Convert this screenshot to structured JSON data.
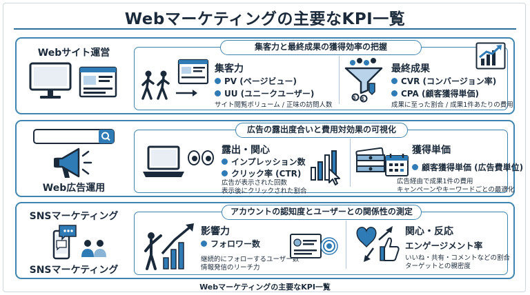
{
  "title": "Webマーケティングの主要なKPI一覧",
  "footer": "Webマーケティングの主要なKPI一覧",
  "colors": {
    "accent": "#2f7bb5",
    "border": "#3d84b0",
    "dark": "#1b2a3a"
  },
  "sections": [
    {
      "label": "Webサイト運営",
      "pill": "集客力と最終成果の獲得効率の把握",
      "blocks": [
        {
          "title": "集客力",
          "bullets": [
            "PV (ページビュー)",
            "UU (ユニークユーザー)"
          ],
          "notes": [
            "サイト閲覧ボリューム / 正味の訪問人数"
          ]
        },
        {
          "title": "最終成果",
          "bullets": [
            "CVR (コンバージョン率)",
            "CPA (顧客獲得単価)"
          ],
          "notes": [
            "成果に至った割合 / 成果1件あたりの費用"
          ]
        }
      ]
    },
    {
      "label": "Web広告運用",
      "pill": "広告の露出度合いと費用対効果の可視化",
      "blocks": [
        {
          "title": "露出・関心",
          "bullets": [
            "インプレッション数",
            "クリック率 (CTR)"
          ],
          "notes": [
            "広告が表示された回数",
            "表示後にクリックされた割合"
          ]
        },
        {
          "title": "獲得単価",
          "bullets": [
            "顧客獲得単価 (広告費単位)"
          ],
          "notes": [
            "広告経由で成果1件の費用",
            "キャンペーンやキーワードごとの最適化"
          ]
        }
      ]
    },
    {
      "label_top": "SNSマーケティング",
      "label_bottom": "SNSマーケティング",
      "pill": "アカウントの認知度とユーザーとの関係性の測定",
      "blocks": [
        {
          "title": "影響力",
          "bullets": [
            "フォロワー数"
          ],
          "notes": [
            "継続的にフォローするユーザー数",
            "情報発信のリーチ力"
          ]
        },
        {
          "title": "関心・反応",
          "subtitle": "エンゲージメント率",
          "notes": [
            "いいね・共有・コメントなどの割合",
            "ターゲットとの親密度"
          ]
        }
      ]
    }
  ],
  "icons": [
    "monitor-icon",
    "webpage-icon",
    "walking-people-icon",
    "growth-chart-icon",
    "funnel-icon",
    "search-bar-icon",
    "megaphone-icon",
    "laptop-icon",
    "eyes-icon",
    "bar-chart-cursor-icon",
    "money-stack-icon",
    "calendar-icon",
    "smartphone-chat-icon",
    "users-icon",
    "presenter-growth-icon",
    "profile-card-icon",
    "heart-like-network-icon"
  ]
}
